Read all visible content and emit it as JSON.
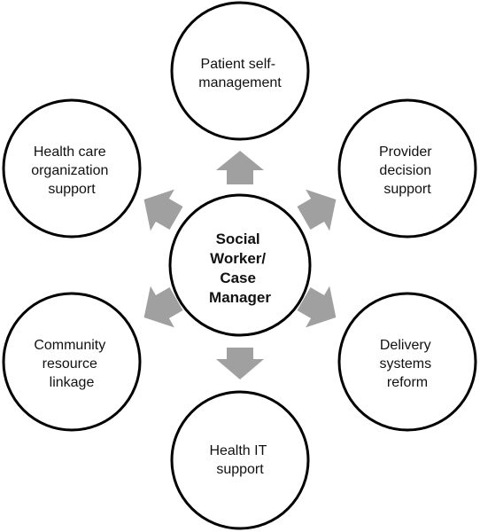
{
  "colors": {
    "arrow": "#a0a0a0",
    "circle_stroke": "#000000",
    "background": "#ffffff"
  },
  "center": {
    "lines": [
      "Social",
      "Worker/",
      "Case",
      "Manager"
    ]
  },
  "nodes": [
    {
      "id": "patient-self-management",
      "lines": [
        "Patient self-",
        "management"
      ]
    },
    {
      "id": "provider-decision-support",
      "lines": [
        "Provider",
        "decision",
        "support"
      ]
    },
    {
      "id": "delivery-systems-reform",
      "lines": [
        "Delivery",
        "systems",
        "reform"
      ]
    },
    {
      "id": "health-it-support",
      "lines": [
        "Health IT",
        "support"
      ]
    },
    {
      "id": "community-resource-linkage",
      "lines": [
        "Community",
        "resource",
        "linkage"
      ]
    },
    {
      "id": "health-care-organization-support",
      "lines": [
        "Health care",
        "organization",
        "support"
      ]
    }
  ]
}
